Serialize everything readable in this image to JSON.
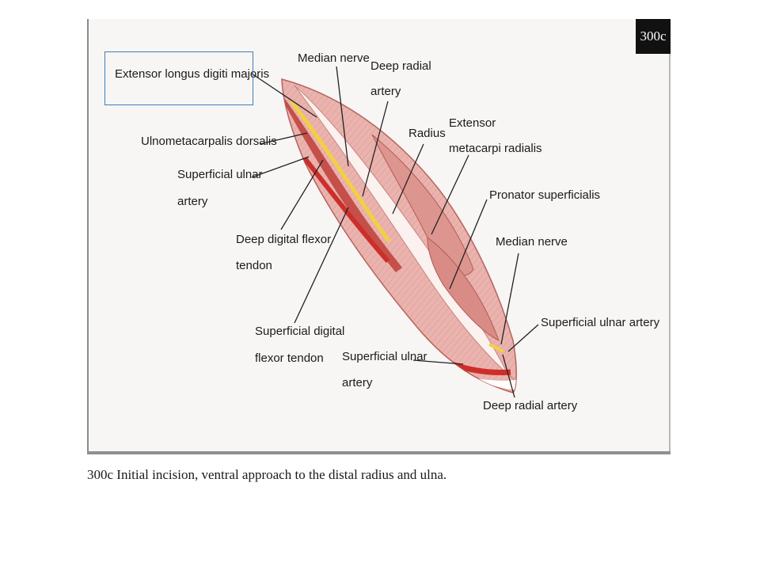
{
  "figure_tag": "300c",
  "labels": {
    "extensor_longus": "Extensor longus digiti majoris",
    "median_nerve_top": "Median nerve",
    "deep_radial_artery_top_1": "Deep radial",
    "deep_radial_artery_top_2": "artery",
    "ulnometacarpalis": "Ulnometacarpalis dorsalis",
    "sup_ulnar_artery_left_1": "Superficial ulnar",
    "sup_ulnar_artery_left_2": "artery",
    "radius": "Radius",
    "ext_metacarpi_1": "Extensor",
    "ext_metacarpi_2": "metacarpi radialis",
    "pronator": "Pronator superficialis",
    "deep_digital_1": "Deep digital flexor",
    "deep_digital_2": "tendon",
    "median_nerve_right": "Median nerve",
    "sup_ulnar_artery_right": "Superficial ulnar artery",
    "sup_digital_1": "Superficial digital",
    "sup_digital_2": "flexor tendon",
    "sup_ulnar_bottom_1": "Superficial ulnar",
    "sup_ulnar_bottom_2": "artery",
    "deep_radial_bottom": "Deep radial artery"
  },
  "caption": "300c Initial incision, ventral approach to the distal radius and ulna.",
  "colors": {
    "muscle": "#e6a6a2",
    "muscle_dark": "#c9675f",
    "artery": "#d1322e",
    "nerve": "#f0d04a",
    "highlight_border": "#3f7fb8"
  }
}
